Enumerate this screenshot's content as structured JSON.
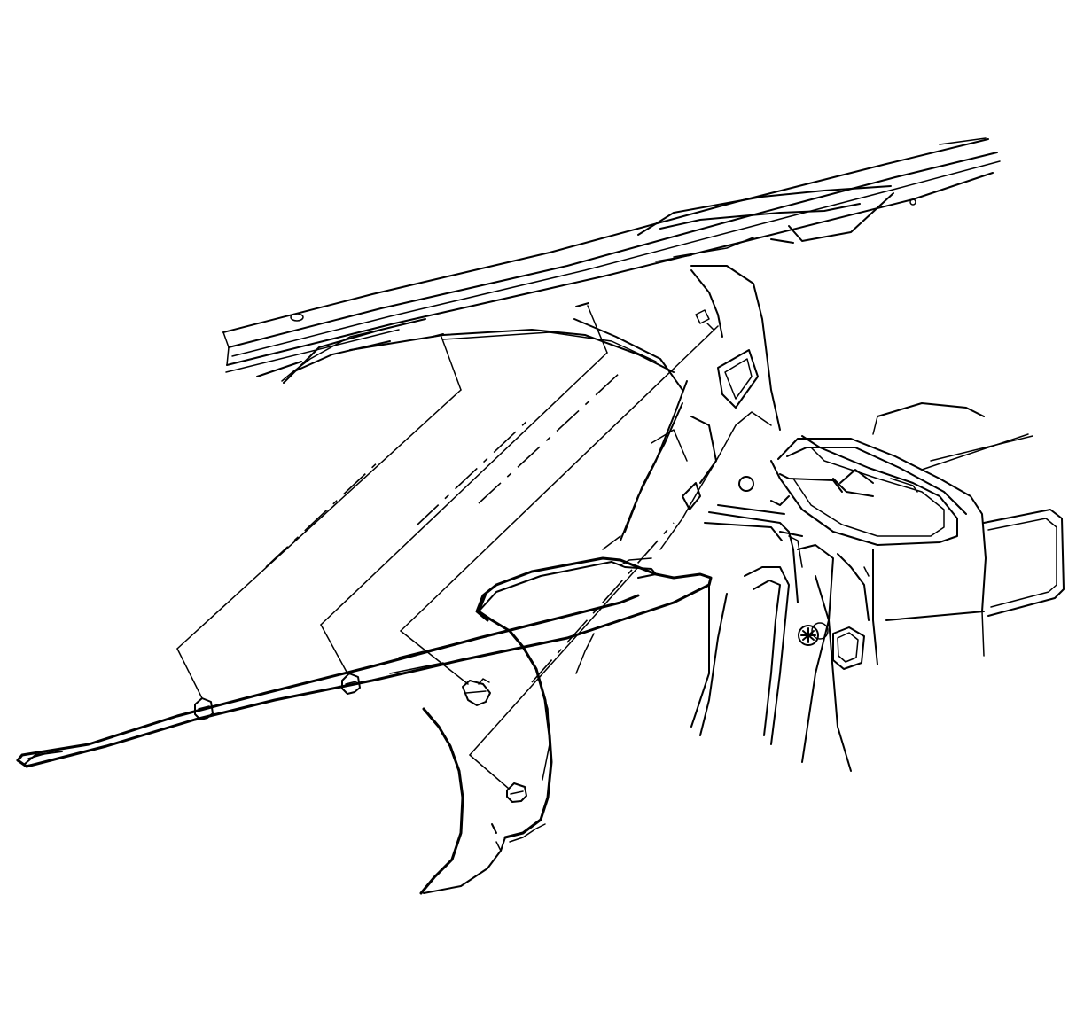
{
  "diagram": {
    "type": "exploded-view line drawing",
    "parts": [
      "windshield-header-rail",
      "pillar-trim-panel",
      "retainer-clip",
      "wheelhouse-panel",
      "door-opening-frame",
      "seat-belt-anchor-bolt"
    ],
    "line_color": "#000000",
    "background_color": "#ffffff"
  }
}
